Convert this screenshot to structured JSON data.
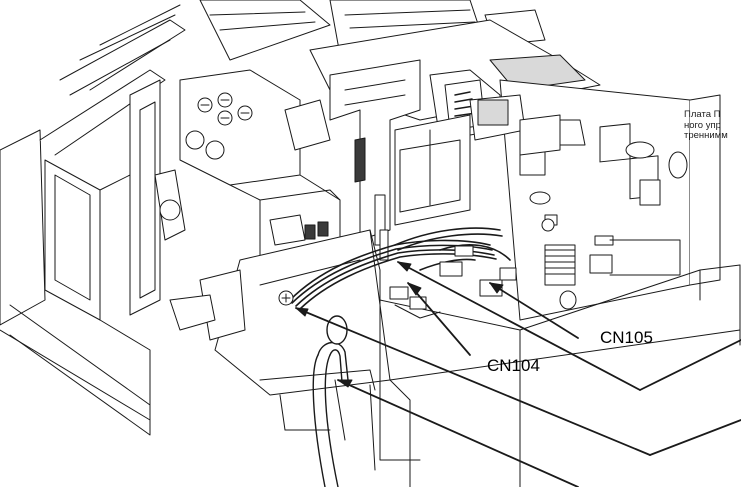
{
  "callouts": {
    "cn105": "CN105",
    "cn104": "CN104"
  },
  "side_note": {
    "line1": "Плата П",
    "line2": "ного упр",
    "line3": "треннимм"
  },
  "colors": {
    "line": "#1a1a1a",
    "fill": "#ffffff",
    "shade": "#d9d9d9",
    "dark": "#3a3a3a"
  }
}
